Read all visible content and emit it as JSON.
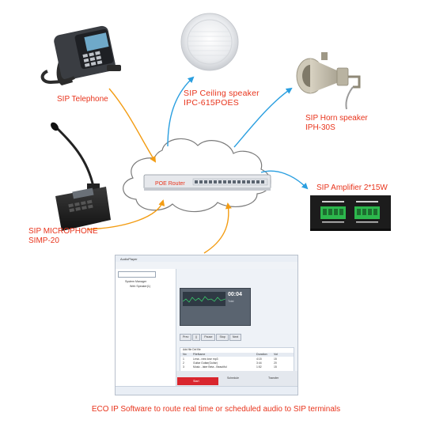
{
  "labels": {
    "sip_telephone": "SIP Telephone",
    "ceiling_line1": "SIP Ceiling speaker",
    "ceiling_line2": "IPC-615POES",
    "horn_line1": "SIP Horn speaker",
    "horn_line2": "IPH-30S",
    "amplifier": "SIP Amplifier 2*15W",
    "microphone_line1": "SIP MICROPHONE",
    "microphone_line2": "SIMP-20",
    "router": "POE Router"
  },
  "caption": "ECO IP Software to route real time or scheduled audio to SIP terminals",
  "software": {
    "title": "AudioPlayer",
    "tree_root": "System Manager",
    "tree_child": "Web Speaker(1)",
    "time": "00:04",
    "time_sub": "Total",
    "buttons": [
      "Prev",
      "||",
      "Pause",
      "Stop",
      "Next"
    ],
    "list_toolbar": "Add file   Del file",
    "list_headers": [
      "No",
      "FileName",
      "Duration",
      "Vol"
    ],
    "list_rows": [
      [
        "1",
        "Lena - new love mp3",
        "4:15",
        "15"
      ],
      [
        "2",
        "Guitar Guitar(Guitar)",
        "3:44",
        "20"
      ],
      [
        "3",
        "Music - later Beta - Beautiful",
        "1:52",
        "15"
      ]
    ],
    "start_label": "Start",
    "schedule_label": "Schedule",
    "transfer_label": "Transfer"
  },
  "colors": {
    "label_red": "#e8341c",
    "arrow_orange": "#f39c12",
    "arrow_blue": "#2a9fe0",
    "cloud_stroke": "#7a7a7a",
    "router_body": "#e6e8ec"
  }
}
